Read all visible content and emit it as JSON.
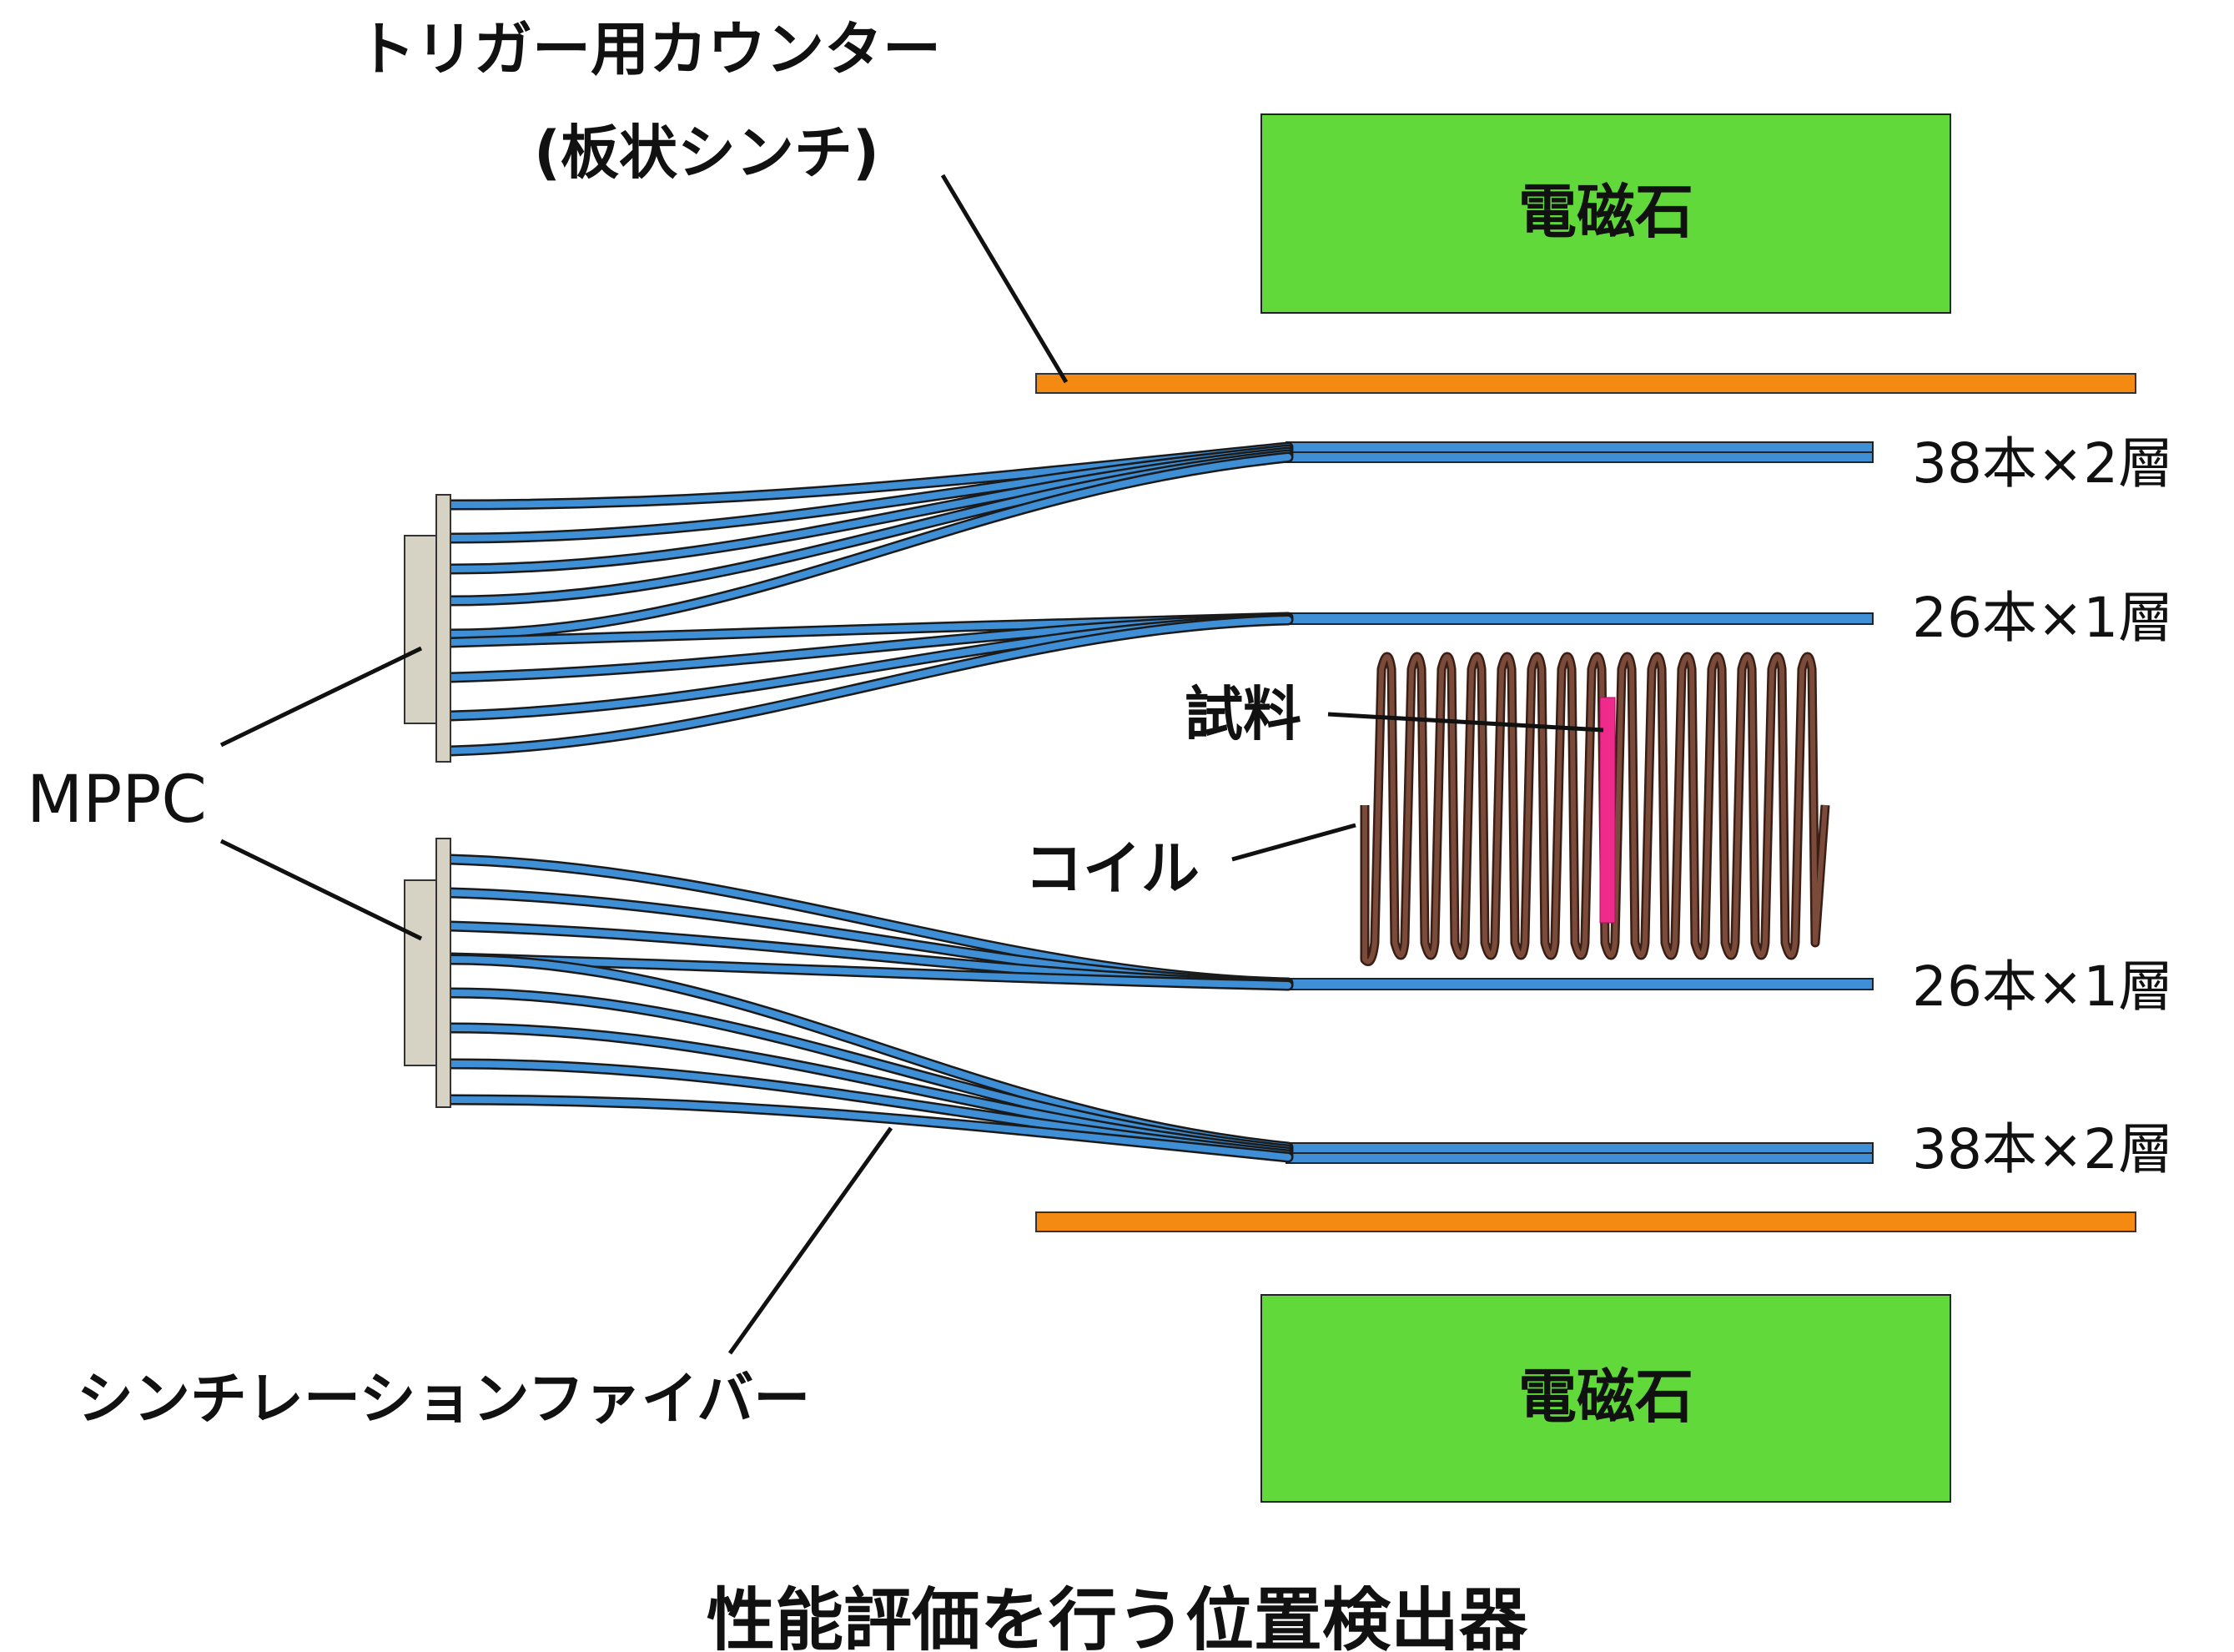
{
  "labels": {
    "trigger_line1": "トリガー用カウンター",
    "trigger_line2": "(板状シンチ)",
    "magnet_top": "電磁石",
    "magnet_bottom": "電磁石",
    "layer_1": "38本×2層",
    "layer_2": "26本×1層",
    "layer_3": "26本×1層",
    "layer_4": "38本×2層",
    "sample": "試料",
    "coil": "コイル",
    "mppc": "MPPC",
    "fiber": "シンチレーションファイバー",
    "caption": "性能評価を行う位置検出器"
  },
  "colors": {
    "magnet": "#62d93a",
    "trigger_counter": "#f58a12",
    "fiber": "#3f8fd6",
    "fiber_outline": "#1a1a1a",
    "mppc": "#d6d3c4",
    "coil": "#7a4a3a",
    "sample": "#ee2a8a"
  }
}
